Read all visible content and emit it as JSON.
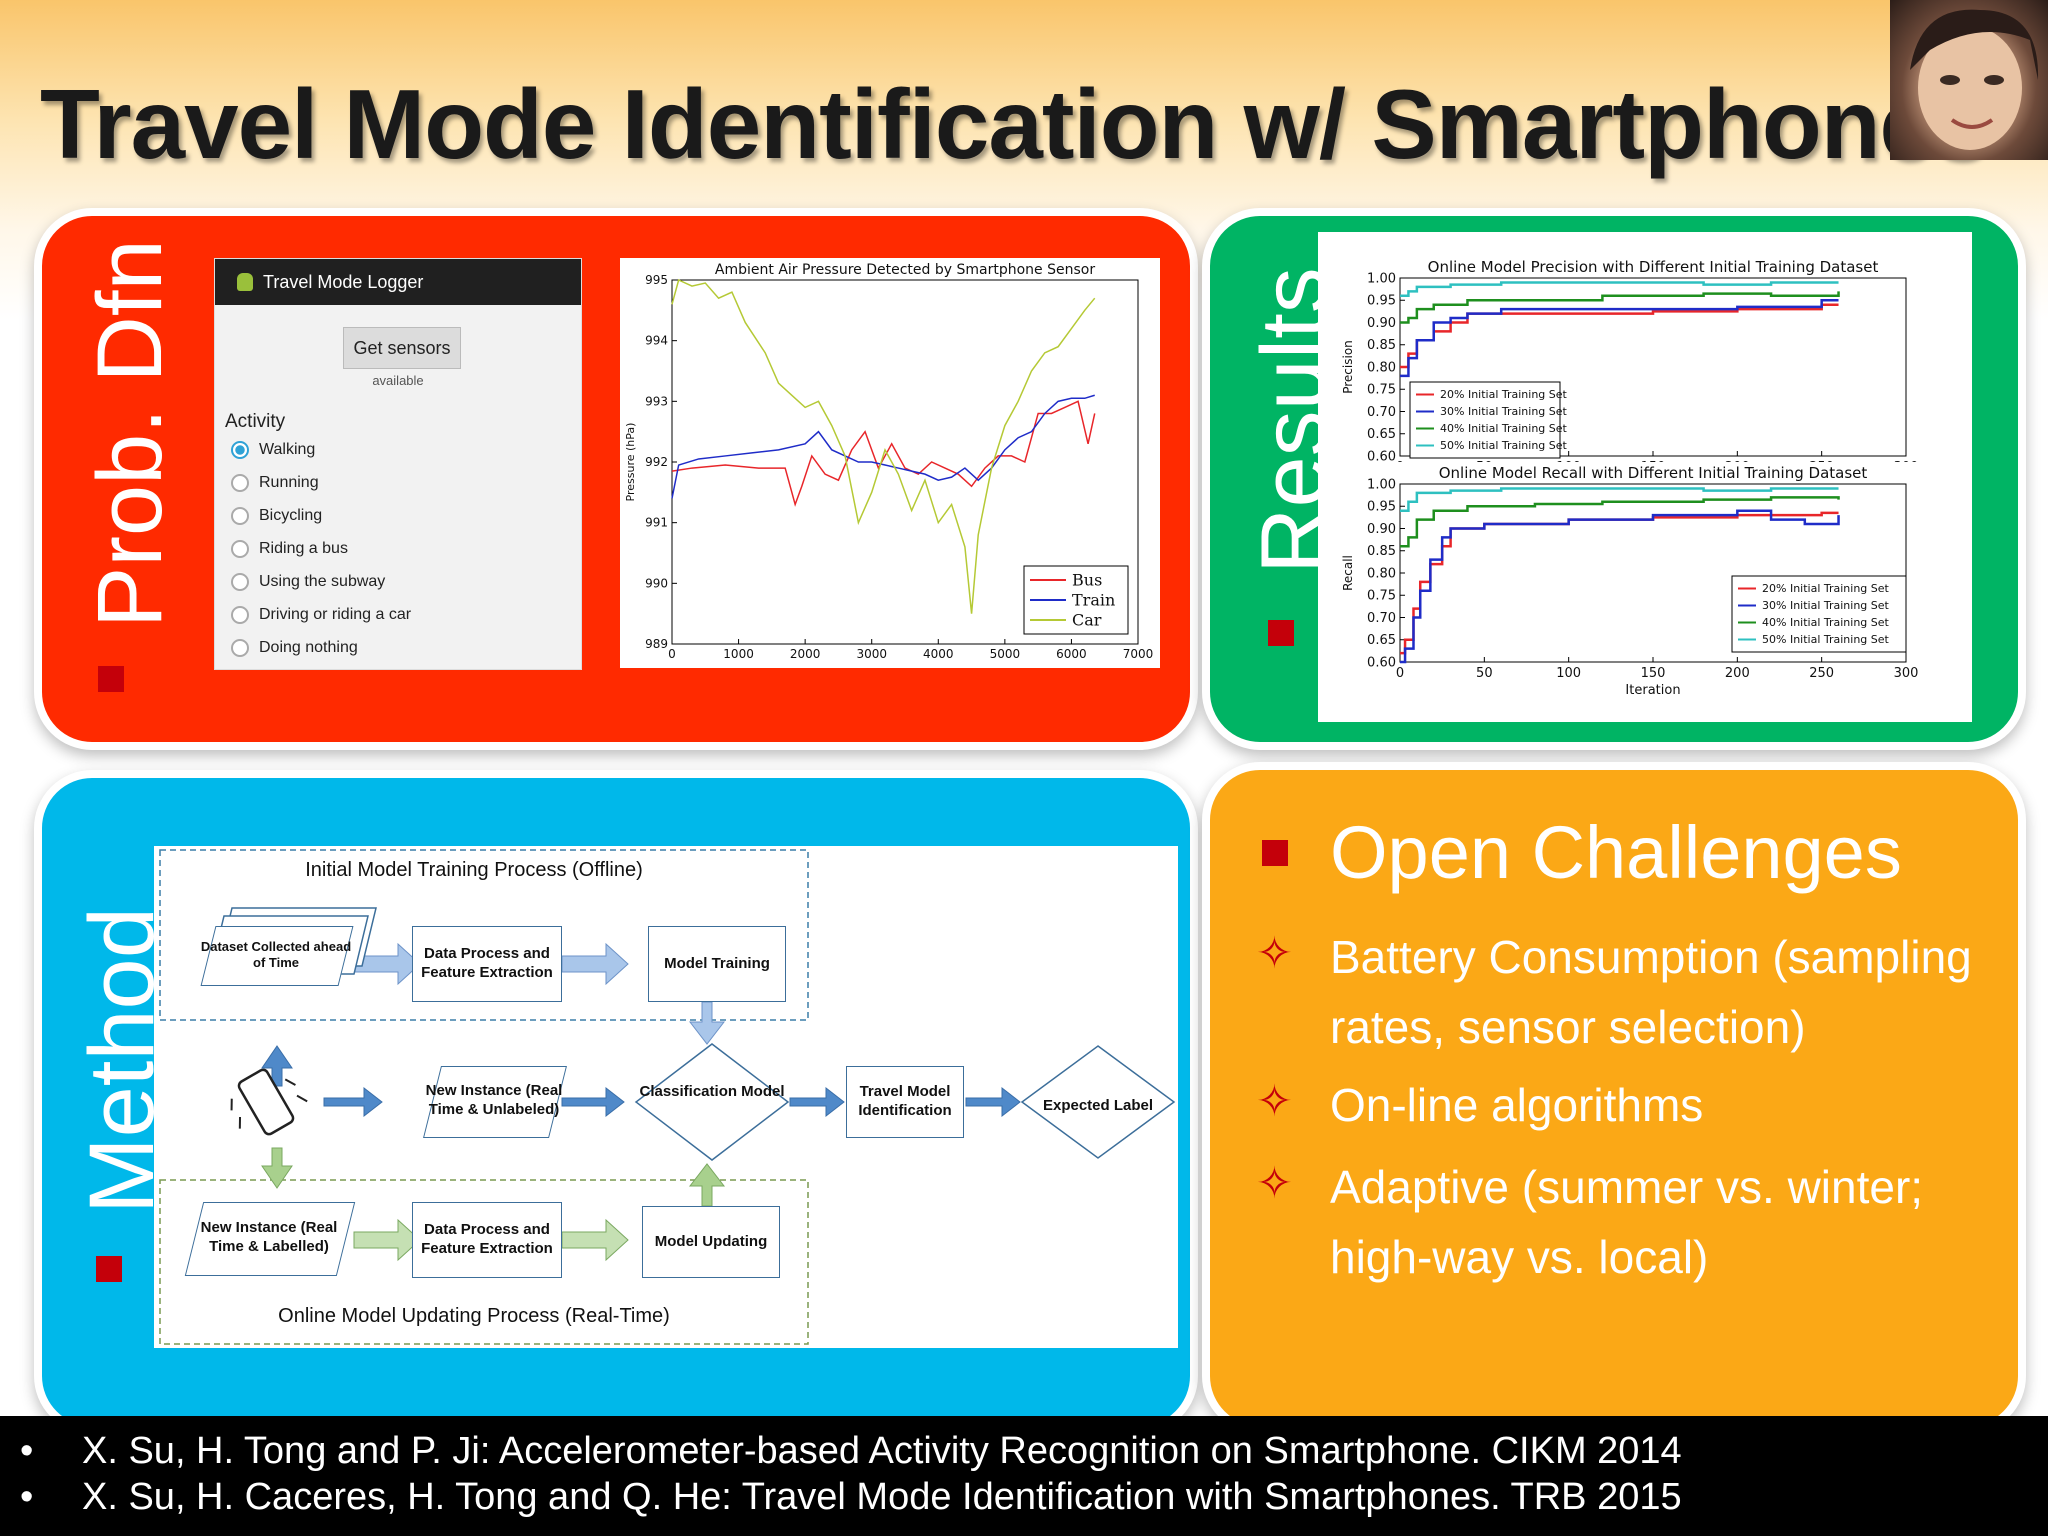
{
  "slide": {
    "title": "Travel Mode Identification w/ Smartphones"
  },
  "colors": {
    "prob": "#ff2a00",
    "results": "#00b464",
    "method": "#00b8ea",
    "open": "#fba816",
    "bullet": "#c4000a"
  },
  "prob": {
    "label": "Prob. Dfn",
    "app": {
      "title": "Travel Mode Logger",
      "button": "Get sensors",
      "status": "available",
      "activity_label": "Activity",
      "options": [
        "Walking",
        "Running",
        "Bicycling",
        "Riding a bus",
        "Using the subway",
        "Driving or riding a car",
        "Doing nothing"
      ],
      "selected": "Walking"
    }
  },
  "results": {
    "label": "Results"
  },
  "method": {
    "label": "Method",
    "offline_title": "Initial Model Training Process (Offline)",
    "online_title": "Online Model Updating Process (Real-Time)",
    "dataset": "Dataset Collected ahead of Time",
    "data_process_1": "Data Process and Feature Extraction",
    "model_training": "Model Training",
    "new_instance_unlabeled": "New Instance (Real Time & Unlabeled)",
    "classification_model": "Classification Model",
    "travel_model_id": "Travel Model Identification",
    "expected_label": "Expected Label",
    "new_instance_labelled": "New Instance (Real Time & Labelled)",
    "data_process_2": "Data Process and Feature Extraction",
    "model_updating": "Model Updating"
  },
  "open": {
    "title": "Open Challenges",
    "items": [
      "Battery Consumption (sampling rates, sensor selection)",
      "On-line algorithms",
      "Adaptive (summer vs. winter; high-way vs. local)"
    ]
  },
  "references": [
    "X. Su, H. Tong and P. Ji: Accelerometer-based Activity Recognition on Smartphone. CIKM 2014",
    "X. Su, H. Caceres, H. Tong and Q. He: Travel Mode Identification with Smartphones. TRB 2015"
  ],
  "chart_data": [
    {
      "type": "line",
      "title": "Ambient Air Pressure Detected by Smartphone Sensor",
      "xlabel": "",
      "ylabel": "Pressure (hPa)",
      "xlim": [
        0,
        7000
      ],
      "ylim": [
        989,
        995
      ],
      "xticks": [
        0,
        1000,
        2000,
        3000,
        4000,
        5000,
        6000,
        7000
      ],
      "yticks": [
        989,
        990,
        991,
        992,
        993,
        994,
        995
      ],
      "legend": "bottom-right",
      "series": [
        {
          "name": "Bus",
          "color": "#e8262a",
          "x": [
            0,
            300,
            800,
            1300,
            1700,
            1850,
            1950,
            2100,
            2300,
            2500,
            2700,
            2900,
            3100,
            3300,
            3500,
            3700,
            3900,
            4100,
            4300,
            4500,
            4700,
            4900,
            5100,
            5300,
            5500,
            5700,
            5900,
            6100,
            6250,
            6350
          ],
          "values": [
            991.85,
            991.9,
            991.95,
            991.9,
            991.9,
            991.3,
            991.6,
            992.1,
            991.8,
            991.7,
            992.2,
            992.5,
            991.9,
            992.3,
            991.9,
            991.8,
            992.0,
            991.9,
            991.8,
            991.6,
            991.9,
            992.1,
            992.1,
            992.0,
            992.8,
            992.8,
            992.9,
            993.0,
            992.3,
            992.8
          ]
        },
        {
          "name": "Train",
          "color": "#1f2cc8",
          "x": [
            0,
            100,
            400,
            800,
            1200,
            1600,
            2000,
            2200,
            2400,
            2600,
            2800,
            3000,
            3200,
            3400,
            3600,
            3800,
            4000,
            4200,
            4400,
            4600,
            4800,
            5000,
            5200,
            5400,
            5600,
            5800,
            6000,
            6200,
            6350
          ],
          "values": [
            991.4,
            991.95,
            992.05,
            992.1,
            992.15,
            992.2,
            992.3,
            992.5,
            992.2,
            992.1,
            992.0,
            992.0,
            991.95,
            991.9,
            991.85,
            991.8,
            991.7,
            991.75,
            991.9,
            991.7,
            991.9,
            992.2,
            992.4,
            992.5,
            992.8,
            993.0,
            993.05,
            993.05,
            993.1
          ]
        },
        {
          "name": "Car",
          "color": "#b5c935",
          "x": [
            0,
            100,
            300,
            500,
            700,
            900,
            1100,
            1400,
            1600,
            1800,
            2000,
            2200,
            2400,
            2600,
            2800,
            3000,
            3200,
            3400,
            3600,
            3800,
            4000,
            4200,
            4400,
            4500,
            4600,
            4800,
            5000,
            5200,
            5400,
            5600,
            5800,
            6000,
            6200,
            6350
          ],
          "values": [
            994.6,
            995.0,
            994.9,
            994.95,
            994.7,
            994.8,
            994.3,
            993.8,
            993.3,
            993.1,
            992.9,
            993.0,
            992.6,
            992.1,
            991.0,
            991.5,
            992.2,
            991.8,
            991.2,
            991.7,
            991.0,
            991.3,
            990.6,
            989.5,
            990.8,
            991.9,
            992.6,
            993.0,
            993.5,
            993.8,
            993.9,
            994.2,
            994.5,
            994.7
          ]
        }
      ]
    },
    {
      "type": "line",
      "title": "Online Model Precision with Different Initial Training Dataset",
      "xlabel": "",
      "ylabel": "Precision",
      "xlim": [
        0,
        300
      ],
      "ylim": [
        0.6,
        1.0
      ],
      "xticks": [
        0,
        50,
        100,
        150,
        200,
        250,
        300
      ],
      "yticks": [
        0.6,
        0.65,
        0.7,
        0.75,
        0.8,
        0.85,
        0.9,
        0.95,
        1.0
      ],
      "legend": "middle-left",
      "series": [
        {
          "name": "20% Initial Training Set",
          "color": "#e8262a",
          "x": [
            0,
            5,
            10,
            20,
            30,
            40,
            60,
            100,
            150,
            200,
            250,
            260
          ],
          "values": [
            0.8,
            0.83,
            0.86,
            0.88,
            0.9,
            0.92,
            0.92,
            0.92,
            0.925,
            0.93,
            0.94,
            0.94
          ]
        },
        {
          "name": "30% Initial Training Set",
          "color": "#1f2cc8",
          "x": [
            0,
            5,
            10,
            20,
            30,
            40,
            60,
            100,
            150,
            200,
            250,
            260
          ],
          "values": [
            0.78,
            0.82,
            0.86,
            0.9,
            0.91,
            0.92,
            0.93,
            0.93,
            0.93,
            0.935,
            0.95,
            0.95
          ]
        },
        {
          "name": "40% Initial Training Set",
          "color": "#1e8f1e",
          "x": [
            0,
            5,
            10,
            20,
            40,
            80,
            120,
            180,
            220,
            250,
            260
          ],
          "values": [
            0.9,
            0.91,
            0.93,
            0.94,
            0.95,
            0.95,
            0.96,
            0.965,
            0.96,
            0.96,
            0.97
          ]
        },
        {
          "name": "50% Initial Training Set",
          "color": "#2ec0c0",
          "x": [
            0,
            5,
            10,
            30,
            60,
            120,
            180,
            220,
            260
          ],
          "values": [
            0.96,
            0.97,
            0.98,
            0.985,
            0.99,
            0.99,
            0.985,
            0.99,
            0.99
          ]
        }
      ]
    },
    {
      "type": "line",
      "title": "Online Model Recall with Different Initial Training Dataset",
      "xlabel": "Iteration",
      "ylabel": "Recall",
      "xlim": [
        0,
        300
      ],
      "ylim": [
        0.6,
        1.0
      ],
      "xticks": [
        0,
        50,
        100,
        150,
        200,
        250,
        300
      ],
      "yticks": [
        0.6,
        0.65,
        0.7,
        0.75,
        0.8,
        0.85,
        0.9,
        0.95,
        1.0
      ],
      "legend": "bottom-right",
      "series": [
        {
          "name": "20% Initial Training Set",
          "color": "#e8262a",
          "x": [
            0,
            3,
            8,
            12,
            18,
            25,
            30,
            50,
            100,
            150,
            200,
            250,
            260
          ],
          "values": [
            0.62,
            0.65,
            0.72,
            0.78,
            0.82,
            0.86,
            0.9,
            0.91,
            0.92,
            0.925,
            0.93,
            0.935,
            0.935
          ]
        },
        {
          "name": "30% Initial Training Set",
          "color": "#1f2cc8",
          "x": [
            0,
            3,
            8,
            12,
            18,
            25,
            30,
            50,
            100,
            150,
            200,
            220,
            240,
            260
          ],
          "values": [
            0.6,
            0.63,
            0.7,
            0.76,
            0.83,
            0.88,
            0.9,
            0.91,
            0.92,
            0.93,
            0.94,
            0.92,
            0.91,
            0.93
          ]
        },
        {
          "name": "40% Initial Training Set",
          "color": "#1e8f1e",
          "x": [
            0,
            5,
            10,
            20,
            40,
            80,
            120,
            180,
            220,
            250,
            260
          ],
          "values": [
            0.86,
            0.88,
            0.92,
            0.94,
            0.95,
            0.955,
            0.96,
            0.965,
            0.97,
            0.97,
            0.965
          ]
        },
        {
          "name": "50% Initial Training Set",
          "color": "#2ec0c0",
          "x": [
            0,
            5,
            10,
            30,
            60,
            120,
            180,
            220,
            260
          ],
          "values": [
            0.94,
            0.96,
            0.98,
            0.985,
            0.99,
            0.99,
            0.985,
            0.99,
            0.99
          ]
        }
      ]
    }
  ]
}
